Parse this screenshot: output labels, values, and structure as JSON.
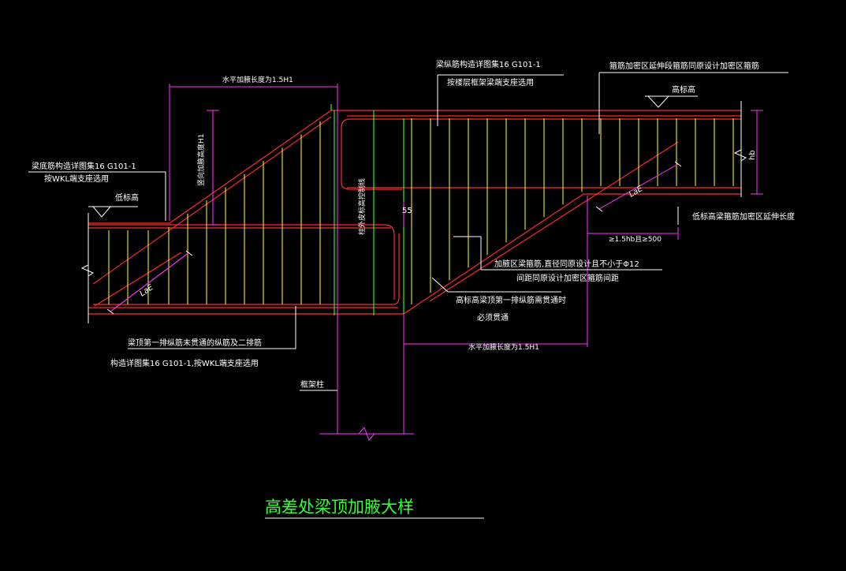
{
  "diagram": {
    "title": "高差处梁顶加腋大样",
    "colors": {
      "background": "#000000",
      "concrete": "#ff2a2a",
      "stirrup": "#ffff33",
      "column": "#33ff33",
      "dimension": "#ff33ff",
      "leader": "#ffffff",
      "annotation_text": "#ffffff",
      "title_text": "#33ff33"
    },
    "dimensions": {
      "top_horizontal": "水平加腋长度为1.5H1",
      "bottom_horizontal": "水平加腋长度为1.5H1",
      "vertical_h1": "竖向加腋高度H1",
      "right_hb": "hb",
      "gap_55": "55",
      "min_ext": "≥1.5hb且≥500",
      "column_label": "柱外皮标高控制线"
    },
    "annotations": {
      "top_center_1": "梁纵筋构造详图集16 G101-1",
      "top_center_2": "按楼层框架梁端支座选用",
      "top_right": "箍筋加密区延伸段箍筋同原设计加密区箍筋",
      "left_1": "梁底筋构造详图集16 G101-1",
      "left_2": "按WKL端支座选用",
      "elev_left": "低标高",
      "elev_right": "高标高",
      "right_ext": "低标高梁箍筋加密区延伸长度",
      "haunch_1": "加腋区梁箍筋,直径同原设计且不小于Φ12",
      "haunch_2": "间距同原设计加密区箍筋间距",
      "bottom_bar_1": "高标高梁顶第一排纵筋需贯通时",
      "bottom_bar_2": "必须贯通",
      "bottom_left_1": "梁顶第一排纵筋未贯通的纵筋及二排筋",
      "bottom_left_2": "构造详图集16 G101-1,按WKL端支座选用",
      "frame_column": "框架柱",
      "lde_left": "LaE",
      "lde_right": "LaE"
    }
  }
}
